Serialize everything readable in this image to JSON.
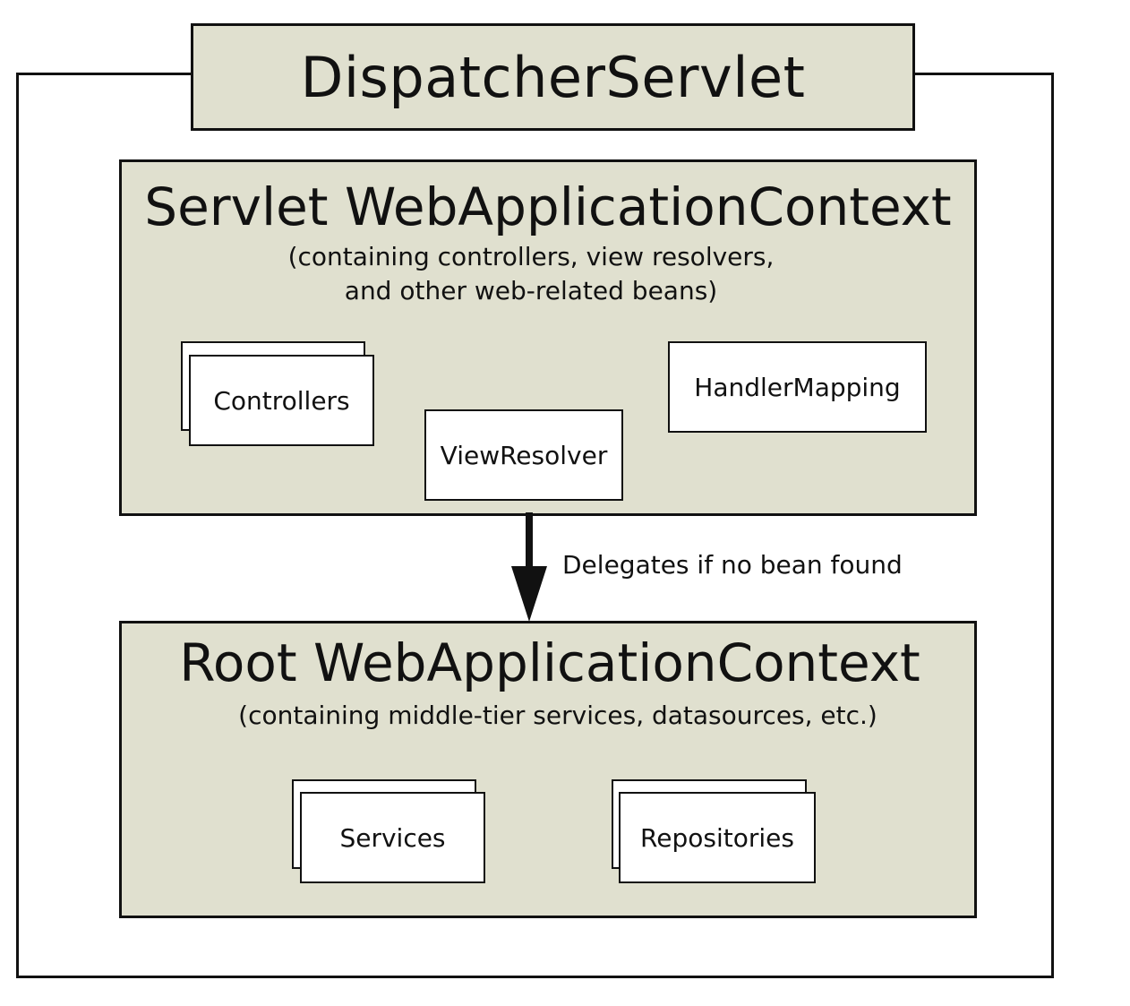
{
  "dispatcher": {
    "title": "DispatcherServlet"
  },
  "servlet_context": {
    "title": "Servlet WebApplicationContext",
    "description_line1": "(containing controllers, view resolvers,",
    "description_line2": "and other web-related beans)",
    "beans": {
      "controllers": "Controllers",
      "view_resolver": "ViewResolver",
      "handler_mapping": "HandlerMapping"
    }
  },
  "delegation": {
    "label": "Delegates if no bean found"
  },
  "root_context": {
    "title": "Root WebApplicationContext",
    "description": "(containing middle-tier services, datasources, etc.)",
    "beans": {
      "services": "Services",
      "repositories": "Repositories"
    }
  },
  "colors": {
    "context_fill": "#e0e0cf",
    "stroke": "#111111",
    "bean_fill": "#ffffff"
  }
}
